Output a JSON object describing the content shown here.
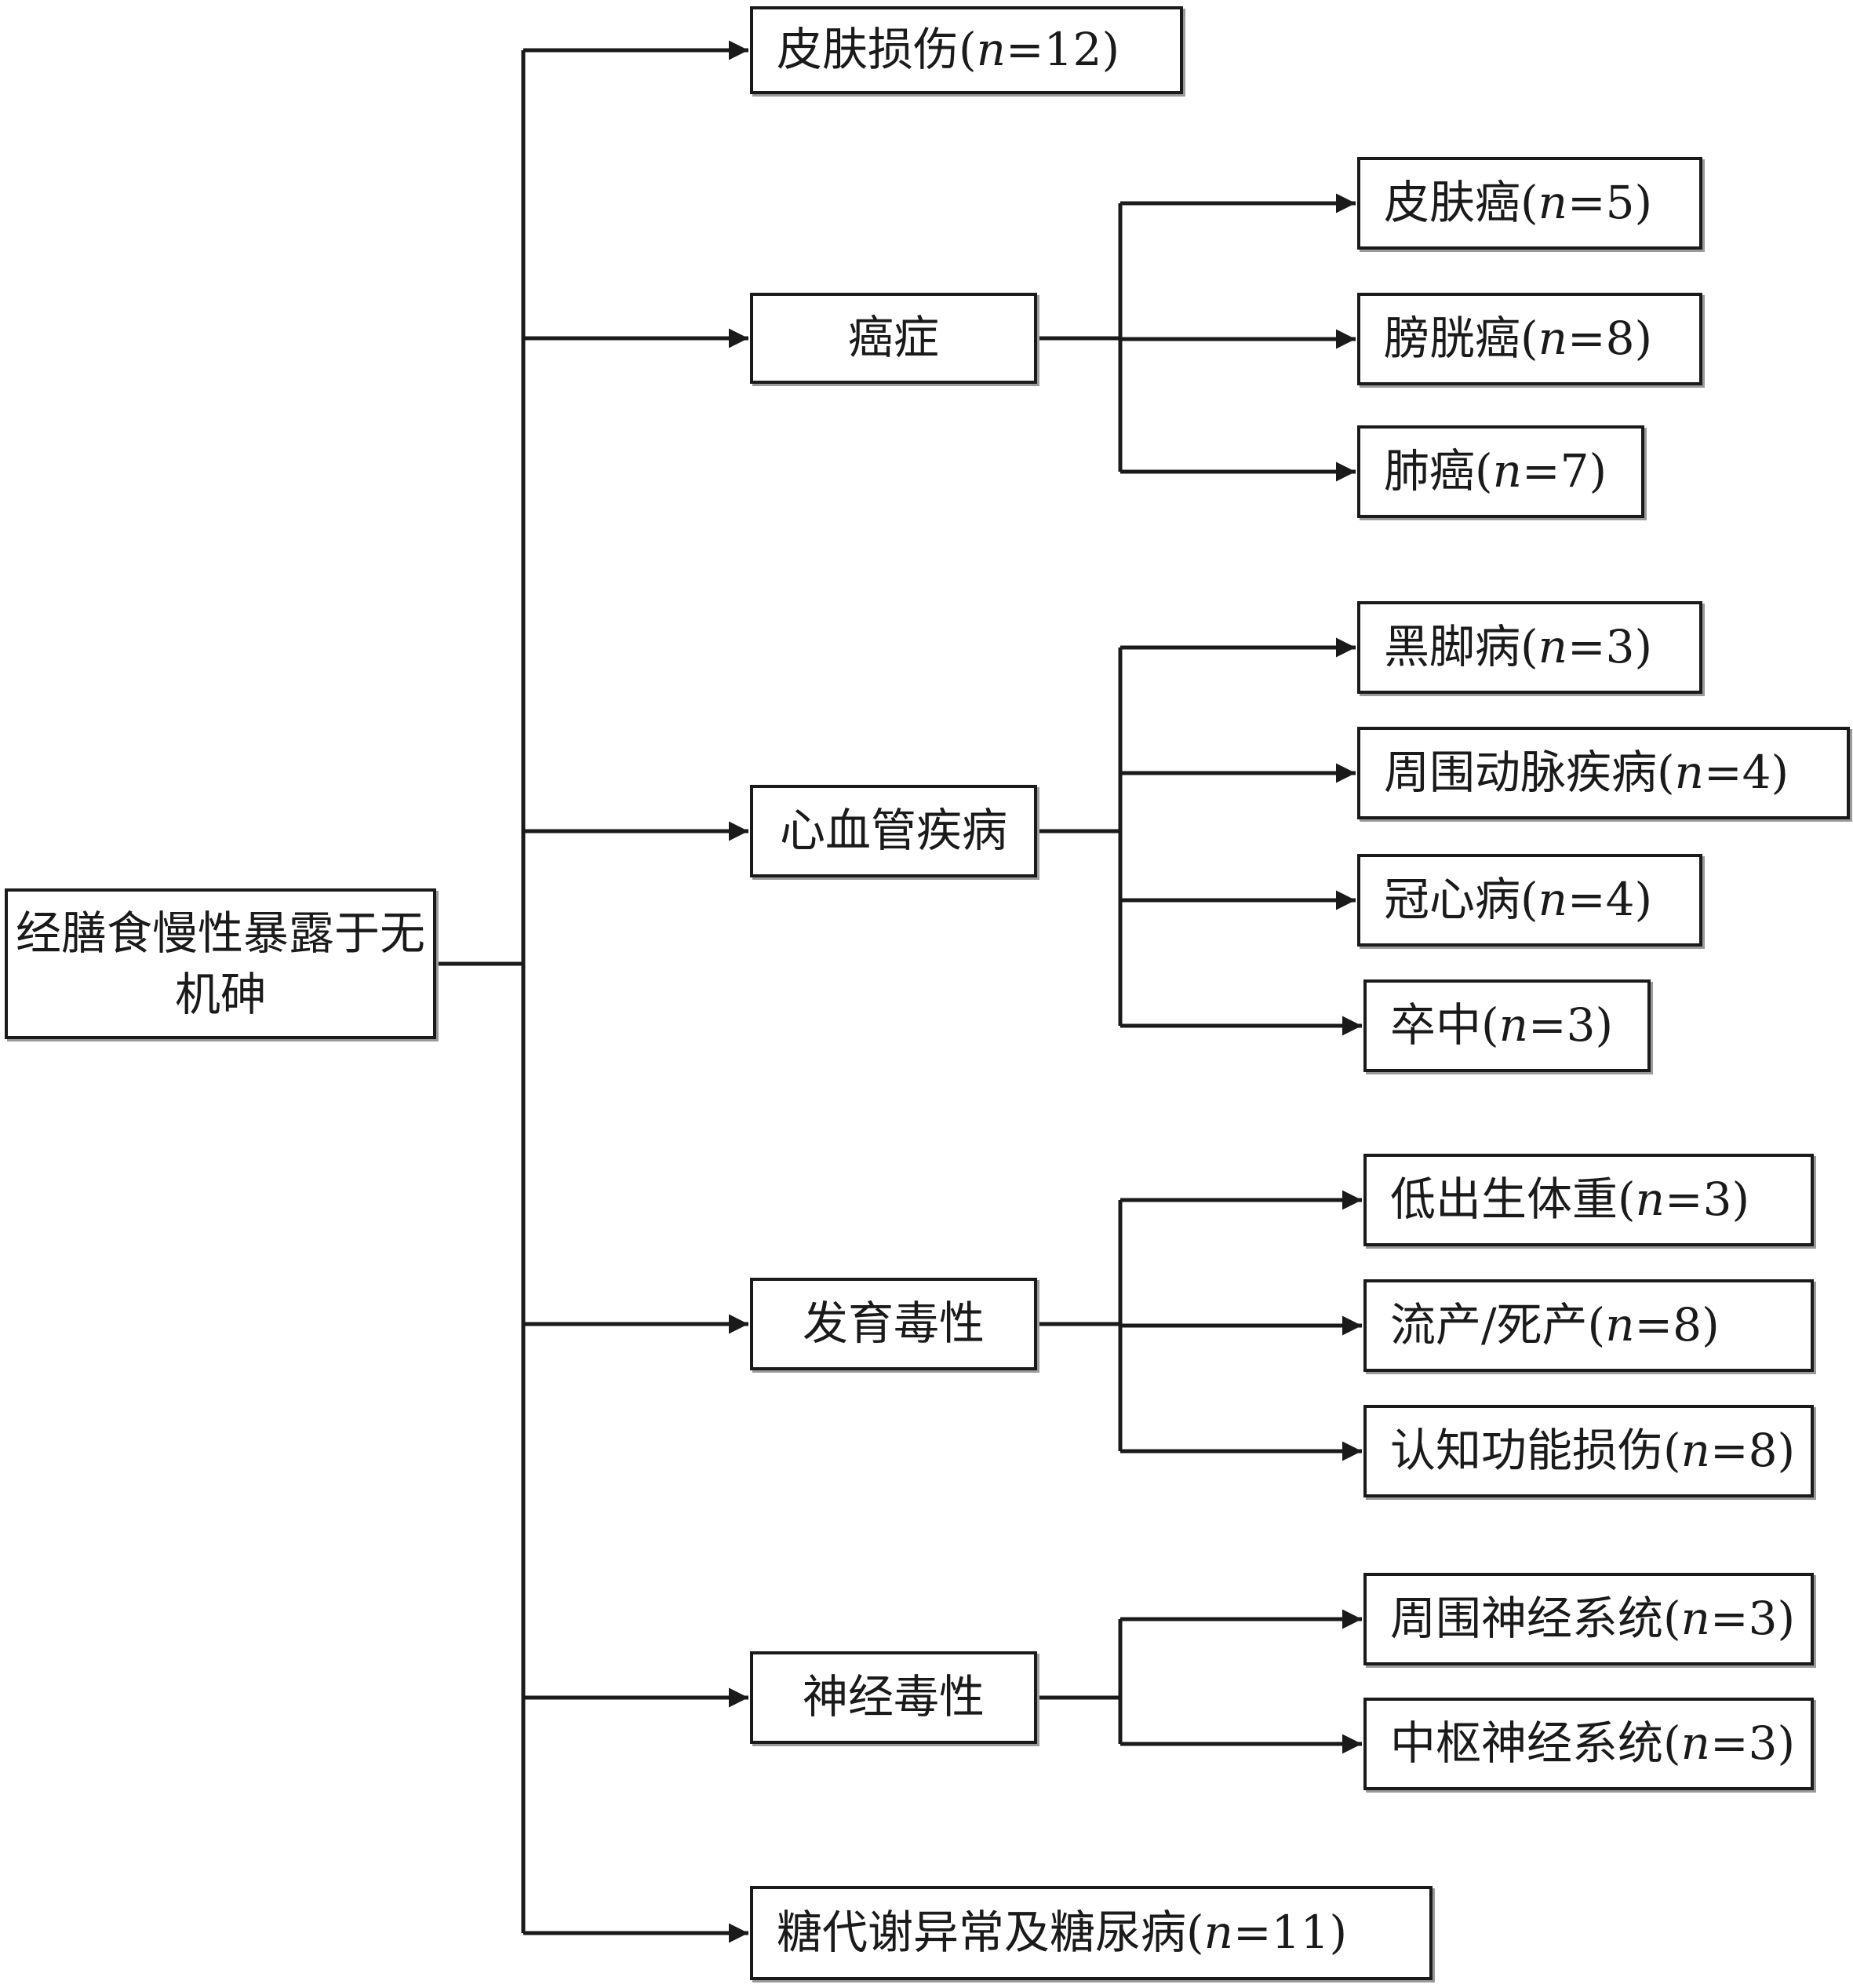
{
  "root": {
    "label": "经膳食慢性暴露于无机砷"
  },
  "branches": [
    {
      "id": "skin-damage",
      "label": "皮肤损伤",
      "count": "12"
    },
    {
      "id": "cancer",
      "label": "癌症",
      "children": [
        {
          "id": "skin-cancer",
          "label": "皮肤癌",
          "count": "5"
        },
        {
          "id": "bladder-cancer",
          "label": "膀胱癌",
          "count": "8"
        },
        {
          "id": "lung-cancer",
          "label": "肺癌",
          "count": "7"
        }
      ]
    },
    {
      "id": "cardiovascular",
      "label": "心血管疾病",
      "children": [
        {
          "id": "blackfoot",
          "label": "黑脚病",
          "count": "3"
        },
        {
          "id": "peripheral-artery",
          "label": "周围动脉疾病",
          "count": "4"
        },
        {
          "id": "coronary",
          "label": "冠心病",
          "count": "4"
        },
        {
          "id": "stroke",
          "label": "卒中",
          "count": "3"
        }
      ]
    },
    {
      "id": "developmental",
      "label": "发育毒性",
      "children": [
        {
          "id": "low-birth-weight",
          "label": "低出生体重",
          "count": "3"
        },
        {
          "id": "miscarriage",
          "label": "流产/死产",
          "count": "8"
        },
        {
          "id": "cognitive",
          "label": "认知功能损伤",
          "count": "8"
        }
      ]
    },
    {
      "id": "neurotoxicity",
      "label": "神经毒性",
      "children": [
        {
          "id": "peripheral-nervous",
          "label": "周围神经系统",
          "count": "3"
        },
        {
          "id": "central-nervous",
          "label": "中枢神经系统",
          "count": "3"
        }
      ]
    },
    {
      "id": "glucose-metabolism",
      "label": "糖代谢异常及糖尿病",
      "count": "11"
    }
  ],
  "count_prefix": "n",
  "colors": {
    "line": "#1a1a1a",
    "box_border": "#1a1a1a",
    "box_shadow": "#9a9a9a",
    "background": "#ffffff"
  }
}
